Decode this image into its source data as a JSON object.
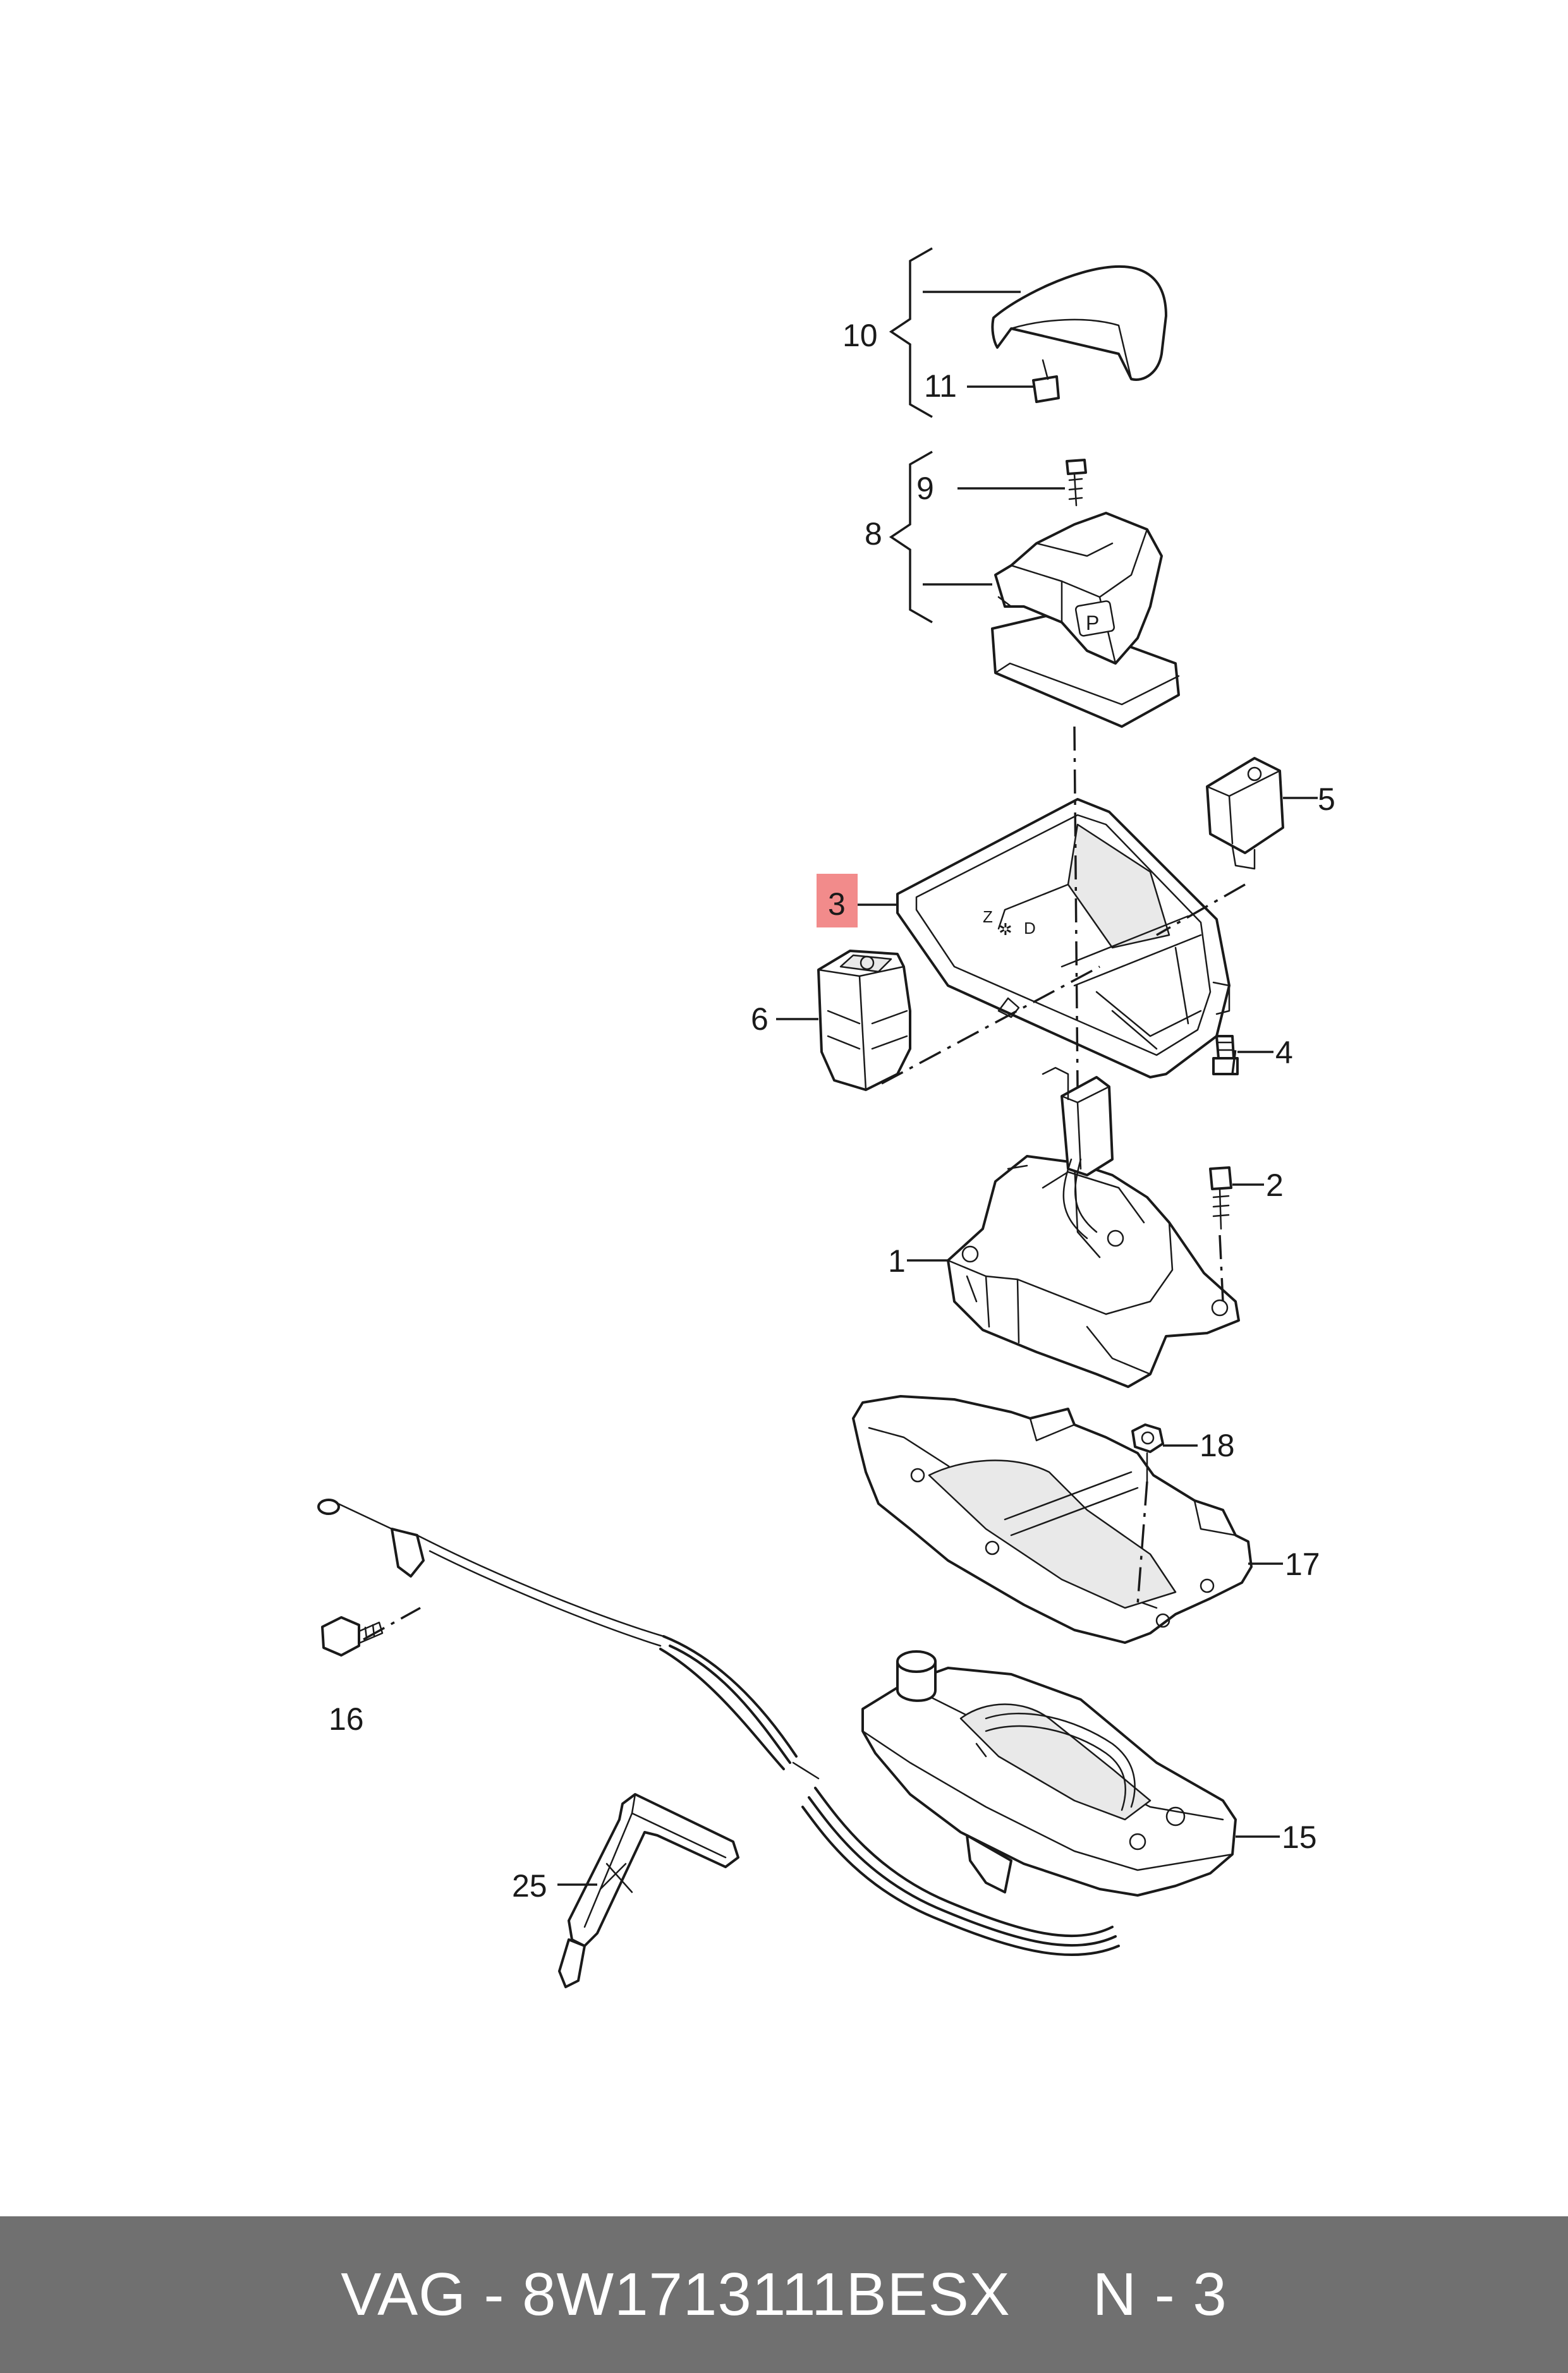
{
  "callouts": {
    "c1": "1",
    "c2": "2",
    "c3": "3",
    "c4": "4",
    "c5": "5",
    "c6": "6",
    "c8": "8",
    "c9": "9",
    "c10": "10",
    "c11": "11",
    "c15": "15",
    "c16": "16",
    "c17": "17",
    "c18": "18",
    "c25": "25"
  },
  "highlight": {
    "item": "3",
    "color": "#f28b8b"
  },
  "knob_symbol": "P",
  "footer": {
    "part_number": "VAG - 8W1713111BESX",
    "position": "N - 3"
  },
  "colors": {
    "footer_bg": "#707070",
    "footer_text": "#ffffff",
    "line": "#1a1a1a"
  }
}
